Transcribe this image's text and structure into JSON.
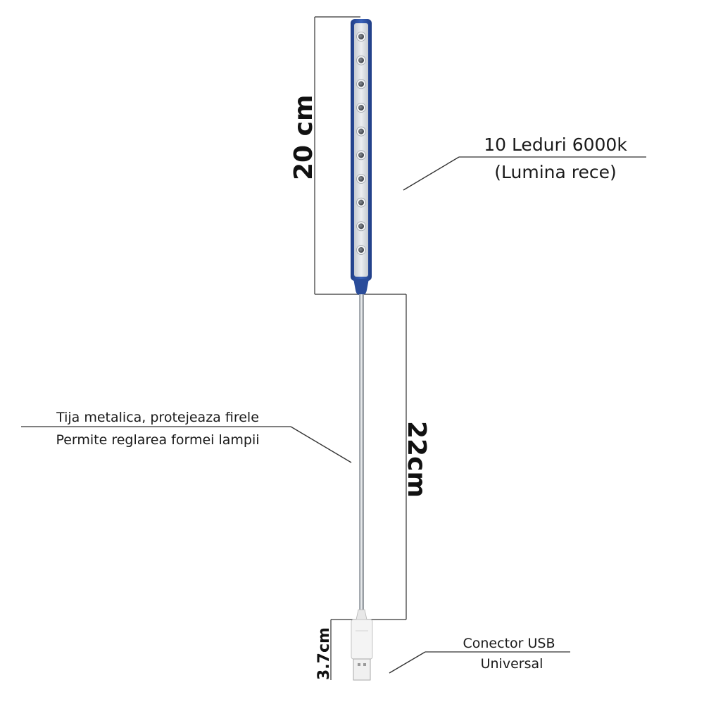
{
  "dimensions": {
    "head_length": "20 cm",
    "neck_length": "22cm",
    "usb_length": "3.7cm"
  },
  "callouts": {
    "led": {
      "line1": "10 Leduri 6000k",
      "line2": "(Lumina rece)"
    },
    "rod": {
      "line1": "Tija metalica, protejeaza firele",
      "line2": "Permite reglarea formei lampii"
    },
    "usb": {
      "line1": "Conector USB",
      "line2": "Universal"
    }
  },
  "lamp": {
    "led_count": 10,
    "colors": {
      "frame": "#2b4f9e",
      "panel": "#d9dde2",
      "led": "#5a5f66",
      "neck": "#c8ccd0",
      "usb": "#f2f2f2"
    }
  }
}
